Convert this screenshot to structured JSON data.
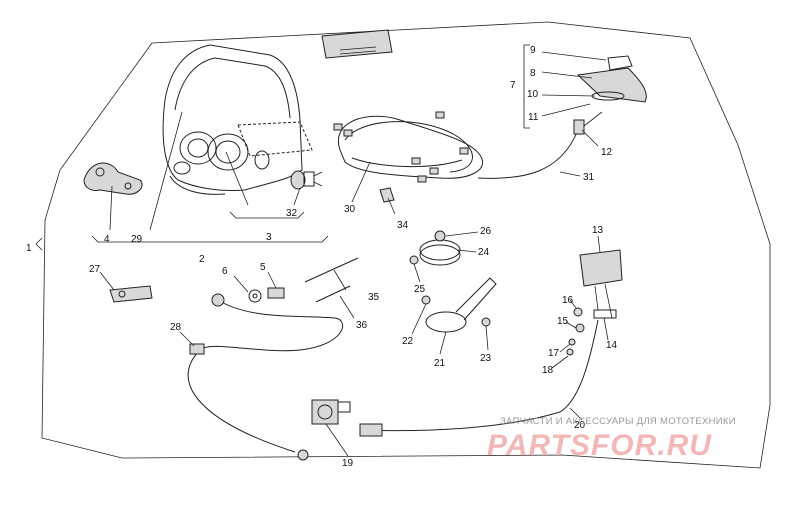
{
  "watermark": {
    "line": "ЗАПЧАСТИ И АКСЕССУАРЫ ДЛЯ МОТОТЕХНИКИ",
    "brand": "PARTSFOR.RU"
  },
  "labels": {
    "p1": "1",
    "p2": "2",
    "p3": "3",
    "p4": "4",
    "p5": "5",
    "p6": "6",
    "p7": "7",
    "p8": "8",
    "p9": "9",
    "p10": "10",
    "p11": "11",
    "p12": "12",
    "p13": "13",
    "p14": "14",
    "p15": "15",
    "p16": "16",
    "p17": "17",
    "p18": "18",
    "p19": "19",
    "p20": "20",
    "p21": "21",
    "p22": "22",
    "p23": "23",
    "p24": "24",
    "p25": "25",
    "p26": "26",
    "p27": "27",
    "p28": "28",
    "p29": "29",
    "p30": "30",
    "p31": "31",
    "p32": "32",
    "p34": "34",
    "p35": "35",
    "p36": "36"
  }
}
